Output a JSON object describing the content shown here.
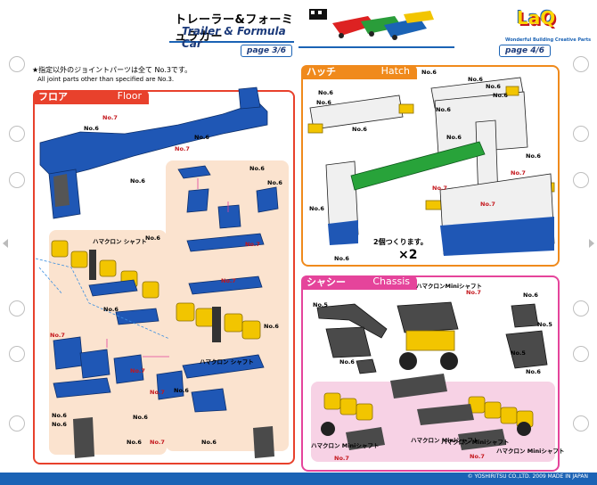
{
  "left_page": {
    "title_jp": "トレーラー&フォーミュラカー",
    "title_en": "Trailer & Formula Car",
    "page_label": "page 3/6",
    "note_jp": "★指定以外のジョイントパーツは全て No.3です。",
    "note_en": "All joint parts other than specified are No.3.",
    "section": {
      "jp": "フロア",
      "en": "Floor",
      "color": "#e8412c"
    },
    "labels": [
      "No.7",
      "No.6",
      "No.6",
      "No.7",
      "No.6",
      "No.6",
      "No.6",
      "No.7",
      "No.6",
      "No.7",
      "No.6",
      "No.7",
      "No.6",
      "No.6",
      "No.7",
      "No.7",
      "No.6",
      "No.6",
      "No.6",
      "No.7",
      "No.6",
      "No.6"
    ],
    "shaft_labels": [
      "ハマクロン\nシャフト",
      "ハマクロン\nシャフト"
    ]
  },
  "right_page": {
    "page_label": "page 4/6",
    "logo": "LaQ",
    "logo_sub": "Wonderful Building Creative Parts",
    "hatch": {
      "jp": "ハッチ",
      "en": "Hatch",
      "color": "#f08a1c"
    },
    "chassis": {
      "jp": "シャシー",
      "en": "Chassis",
      "color": "#e5449b"
    },
    "hatch_labels": [
      "No.6",
      "No.6",
      "No.6",
      "No.6",
      "No.6",
      "No.6",
      "No.6",
      "No.6",
      "No.6",
      "No.6",
      "No.7",
      "No.7",
      "No.6",
      "No.7",
      "No.6"
    ],
    "count_note": "2個つくります。",
    "multiplier": "×2",
    "chassis_labels": [
      "ハマクロンMiniシャフト",
      "No.7",
      "No.5",
      "No.6",
      "No.6",
      "No.5",
      "No.6",
      "No.5",
      "ハマクロン\nMiniシャフト",
      "ハマクロン\nMiniシャフト",
      "No.7",
      "ハマクロン\nMiniシャフト",
      "No.7",
      "ハマクロン\nMiniシャフト"
    ],
    "copyright": "© YOSHIRITSU CO.,LTD. 2009 MADE IN JAPAN"
  },
  "colors": {
    "brand_blue": "#1b63b5",
    "piece_blue": "#1f57b5",
    "piece_yellow": "#f2c500",
    "piece_green": "#28a33a",
    "piece_gray": "#4a4a4a",
    "peach": "#fbe3cf",
    "pink_bg": "#f7d2e5"
  }
}
